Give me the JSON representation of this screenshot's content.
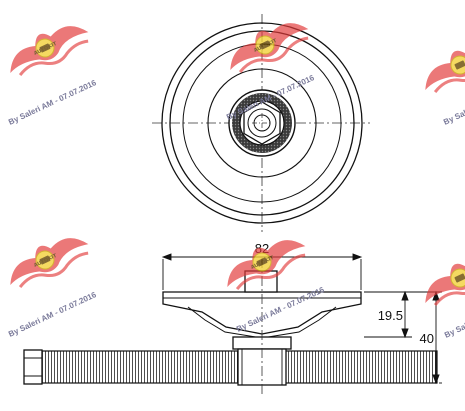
{
  "dimensions": {
    "diameter_label": "82",
    "width_label": "19.5",
    "height_label": "40"
  },
  "watermark": {
    "text": "By Saleri AM - 07.07.2016",
    "logo_text": "AUTOKIT"
  },
  "colors": {
    "line": "#111111",
    "centerline": "#333333",
    "watermark_red": "#e23a3a",
    "watermark_yellow": "#f3d23a",
    "watermark_text": "#7a7a9a",
    "thread_fill": "#2b2b2b"
  }
}
